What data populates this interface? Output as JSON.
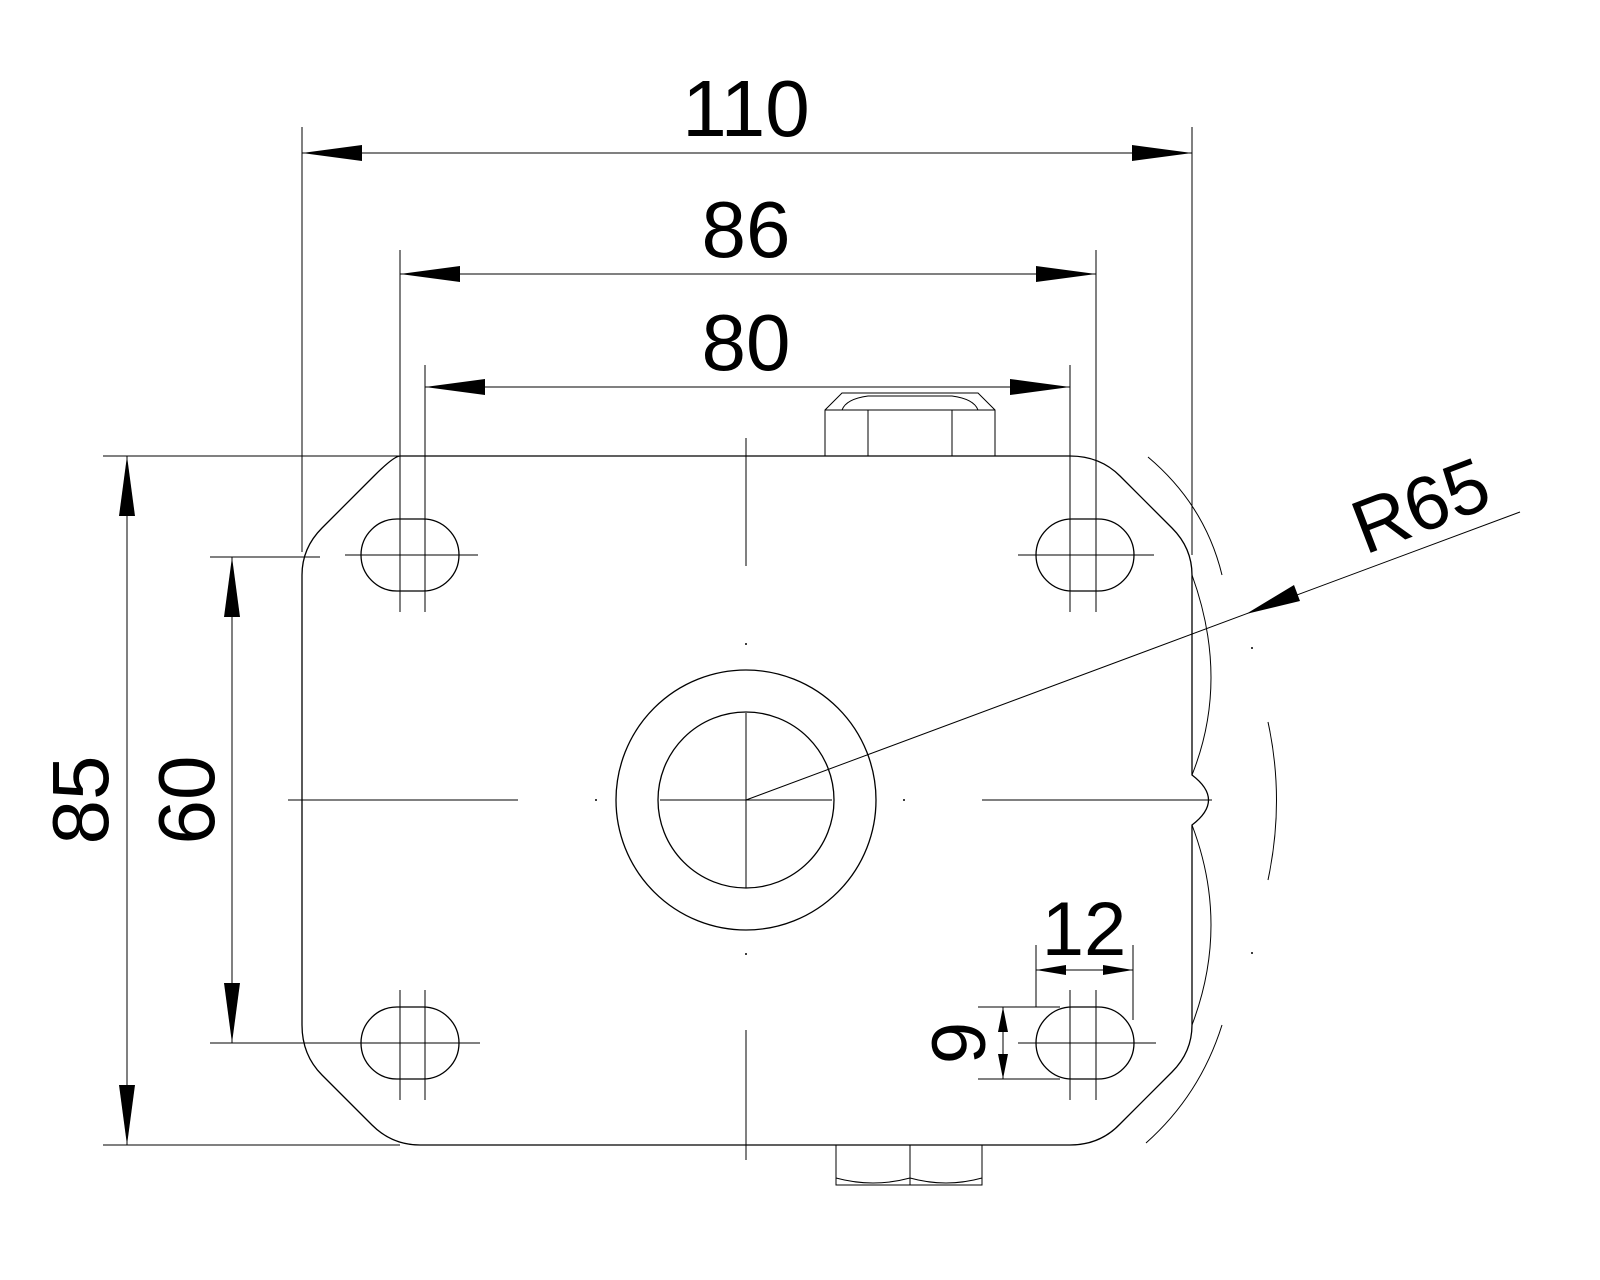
{
  "drawing": {
    "dimensions": {
      "overall_width": "110",
      "outer_slot_spacing": "86",
      "inner_slot_spacing": "80",
      "overall_height": "85",
      "vertical_slot_spacing": "60",
      "radius": "R65",
      "slot_length": "12",
      "slot_width": "9"
    },
    "line_color": "#000000",
    "background": "#ffffff"
  }
}
